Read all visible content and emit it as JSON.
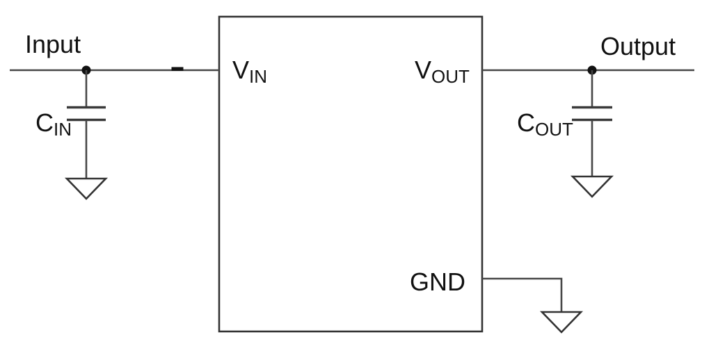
{
  "diagram": {
    "labels": {
      "input": "Input",
      "output": "Output",
      "vin": {
        "base": "V",
        "sub": "IN"
      },
      "vout": {
        "base": "V",
        "sub": "OUT"
      },
      "gnd": "GND",
      "cin": {
        "base": "C",
        "sub": "IN"
      },
      "cout": {
        "base": "C",
        "sub": "OUT"
      }
    },
    "colors": {
      "background": "#ffffff",
      "wire": "#474747",
      "outline": "#333333",
      "text": "#111111"
    }
  }
}
